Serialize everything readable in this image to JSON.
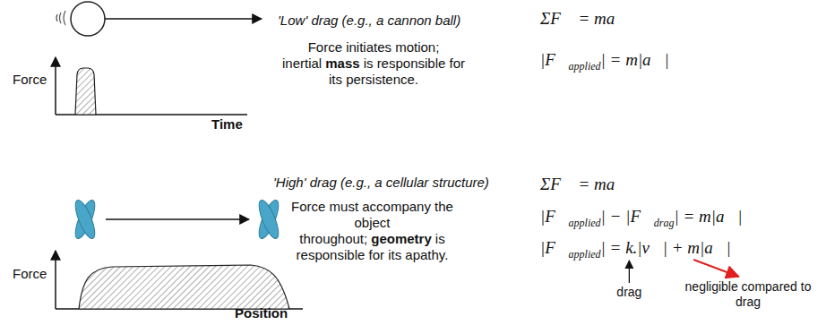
{
  "diagram": {
    "labels": [
      "Force",
      "Time",
      "'Low' drag (e.g., a cannon ball)",
      "Force initiates motion; inertial",
      "mass",
      "is responsible for its persistence.",
      "ΣF⃗ = ma⃗",
      "|F⃗",
      "applied",
      "| = m|a⃗|",
      "'High' drag (e.g., a cellular structure)",
      "Force must accompany the object throughout;",
      "geometry",
      "is responsible for its apathy.",
      "Force",
      "Position",
      "ΣF⃗ = ma⃗",
      "|F⃗",
      "applied",
      "| − |F⃗",
      "drag",
      "| = m|a⃗|",
      "|F⃗",
      "applied",
      "| = k.|v⃗| + m|a⃗|",
      "drag",
      "negligible compared to drag"
    ]
  }
}
